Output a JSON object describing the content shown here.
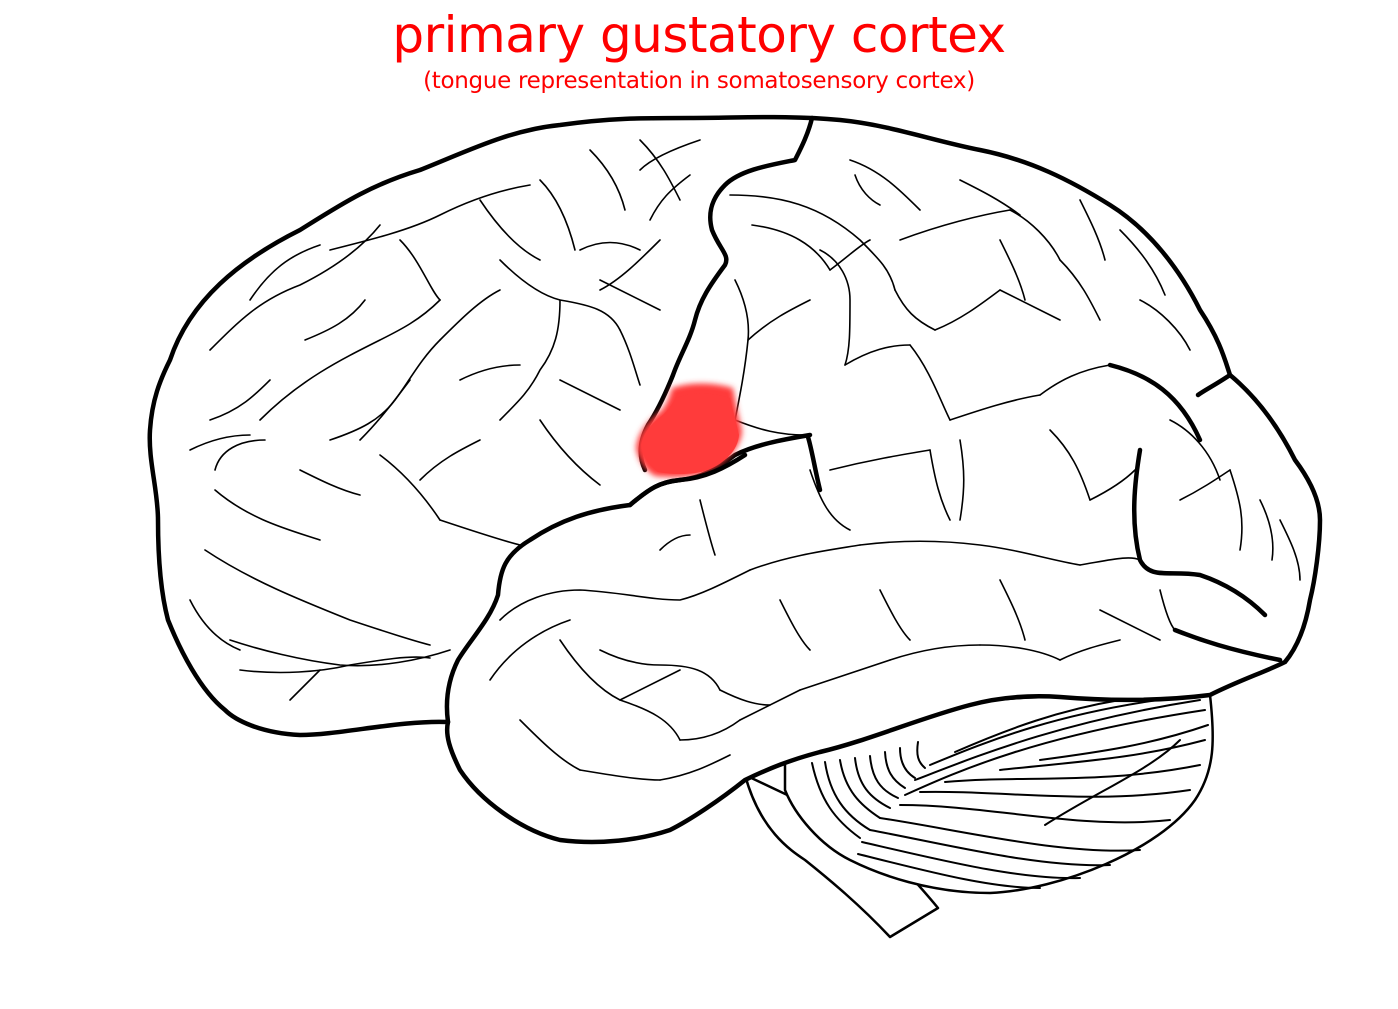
{
  "diagram": {
    "title": "primary gustatory cortex",
    "subtitle": "(tongue representation in somatosensory cortex)",
    "subject": "Lateral view of human brain",
    "highlight": {
      "label": "primary gustatory cortex",
      "color": "#ff3b3b",
      "location": "inferior end of postcentral gyrus, above lateral sulcus"
    },
    "colors": {
      "title": "#ff0000",
      "outline": "#000000",
      "background": "#ffffff"
    },
    "structures": [
      "cerebrum",
      "central sulcus",
      "lateral sulcus",
      "temporal lobe",
      "cerebellum",
      "brainstem"
    ]
  }
}
